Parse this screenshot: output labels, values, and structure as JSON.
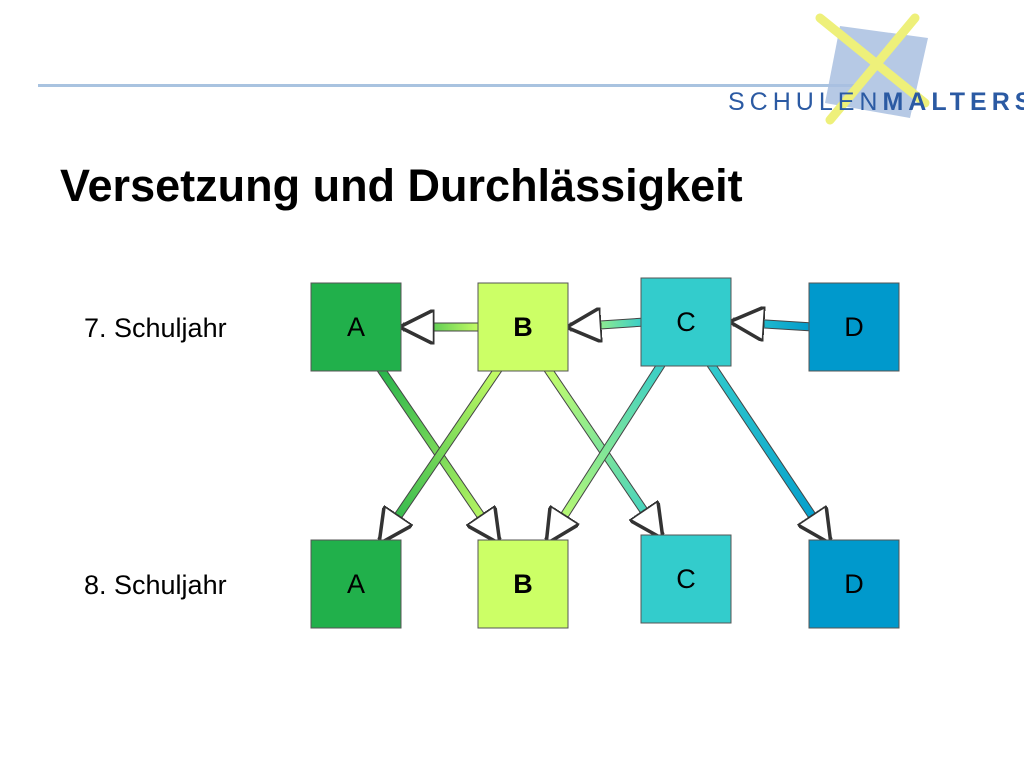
{
  "logo": {
    "text_light": "SCHULEN",
    "text_bold": "MALTERS"
  },
  "title": "Versetzung und Durchlässigkeit",
  "rows": {
    "year7": "7. Schuljahr",
    "year8": "8. Schuljahr"
  },
  "levels": [
    {
      "id": "A",
      "label": "A",
      "color": "#21b04b",
      "bold": false
    },
    {
      "id": "B",
      "label": "B",
      "color": "#ccff66",
      "bold": true
    },
    {
      "id": "C",
      "label": "C",
      "color": "#33cccc",
      "bold": false
    },
    {
      "id": "D",
      "label": "D",
      "color": "#0099cc",
      "bold": false
    }
  ],
  "flows": [
    {
      "from": "B7",
      "to": "A7"
    },
    {
      "from": "C7",
      "to": "B7"
    },
    {
      "from": "D7",
      "to": "C7"
    },
    {
      "from": "A7",
      "to": "B8"
    },
    {
      "from": "B7",
      "to": "A8"
    },
    {
      "from": "B7",
      "to": "C8"
    },
    {
      "from": "C7",
      "to": "B8"
    },
    {
      "from": "C7",
      "to": "D8"
    }
  ]
}
